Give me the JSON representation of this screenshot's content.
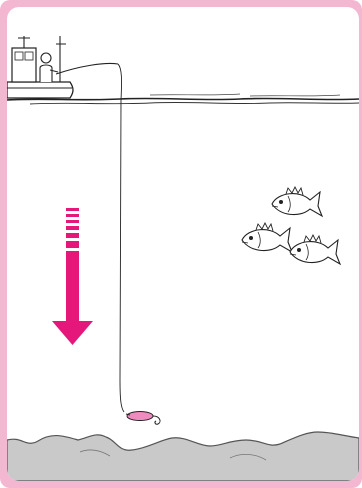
{
  "figure": {
    "description_text": "",
    "colors": {
      "frame": "#f3b7d1",
      "arrow": "#e5177b",
      "lure": "#f08bbf",
      "seabed": "#c9c9c9",
      "line": "#222222"
    },
    "elements": {
      "boat": "fishing-boat-with-angler",
      "sea_surface": "wavy-water-line",
      "fishing_line": "line-from-rod-to-lure",
      "lure": "pink-jig-lure",
      "arrow": "downward-sinking-arrow",
      "fish_count": 3,
      "seabed": "rocky-sea-floor"
    }
  }
}
